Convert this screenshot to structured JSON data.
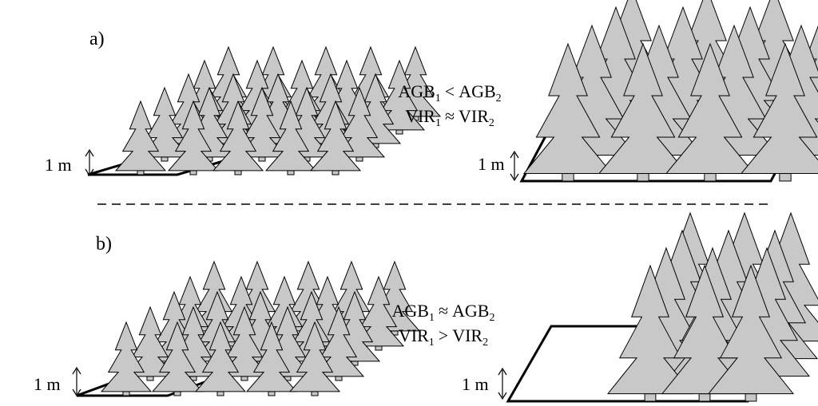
{
  "panels": [
    {
      "id": "a",
      "label": "a)",
      "left_scale_label": "1 m",
      "right_scale_label": "1 m",
      "comparison": [
        {
          "lhs": "AGB",
          "lhs_sub": "1",
          "op": "<",
          "rhs": "AGB",
          "rhs_sub": "2"
        },
        {
          "lhs": "VIR",
          "lhs_sub": "1",
          "op": "≈",
          "rhs": "VIR",
          "rhs_sub": "2"
        }
      ]
    },
    {
      "id": "b",
      "label": "b)",
      "left_scale_label": "1 m",
      "right_scale_label": "1 m",
      "comparison": [
        {
          "lhs": "AGB",
          "lhs_sub": "1",
          "op": "≈",
          "rhs": "AGB",
          "rhs_sub": "2"
        },
        {
          "lhs": "VIR",
          "lhs_sub": "1",
          "op": ">",
          "rhs": "VIR",
          "rhs_sub": "2"
        }
      ]
    }
  ],
  "colors": {
    "tree_fill": "#c8c8c8",
    "stroke": "#000000",
    "background": "#ffffff"
  }
}
